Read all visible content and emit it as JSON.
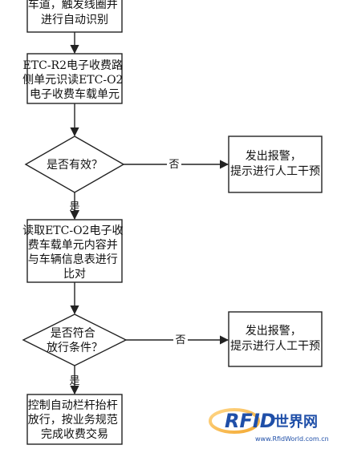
{
  "diagram": {
    "nodes": {
      "box_top": {
        "lines": [
          "车道，触发线圈并",
          "进行自动识别"
        ]
      },
      "box_read_card": {
        "lines": [
          "ETC-R2电子收费路",
          "侧单元识读ETC-O2",
          "电子收费车载单元"
        ]
      },
      "decision_valid": {
        "lines": [
          "是否有效？"
        ]
      },
      "alarm_1": {
        "lines": [
          "发出报警，",
          "提示进行人工干预"
        ]
      },
      "box_compare": {
        "lines": [
          "读取ETC-O2电子收",
          "费车载单元内容并",
          "与车辆信息表进行",
          "比对"
        ]
      },
      "decision_release": {
        "lines": [
          "是否符合",
          "放行条件？"
        ]
      },
      "alarm_2": {
        "lines": [
          "发出报警，",
          "提示进行人工干预"
        ]
      },
      "box_final": {
        "lines": [
          "控制自动栏杆抬杆",
          "放行，按业务规范",
          "完成收费交易"
        ]
      }
    },
    "edges": {
      "valid_no": "否",
      "valid_yes": "是",
      "release_no": "否",
      "release_yes": "是"
    }
  },
  "watermark": {
    "logo_letters": "RFID",
    "site_name": "世界网",
    "url": "www.RfidWorld.com.cn"
  },
  "colors": {
    "stroke": "#222222",
    "text": "#111111",
    "watermark_blue": "#1f4fa8",
    "watermark_orange": "#f2a01c"
  }
}
